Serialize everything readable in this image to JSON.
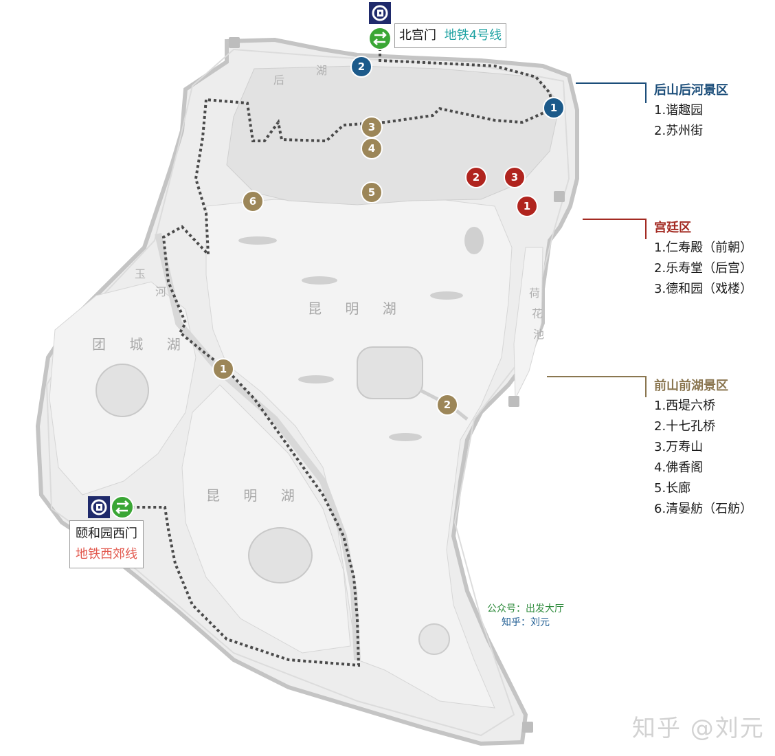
{
  "lakes": {
    "kunming_upper": "昆 明 湖",
    "kunming_lower": "昆 明 湖",
    "tuancheng": "团 城 湖",
    "hehua_chi": [
      "荷",
      "花",
      "池"
    ],
    "yu_he": [
      "玉",
      "河"
    ],
    "hou_hu": [
      "后",
      "湖"
    ]
  },
  "stations": {
    "north": {
      "name": "北宫门",
      "line": "地铁4号线",
      "line_color": "#1aa0a0"
    },
    "west": {
      "name": "颐和园西门",
      "line": "地铁西郊线",
      "line_color": "#e2574c"
    }
  },
  "legend": {
    "back_hill": {
      "title": "后山后河景区",
      "color": "#1c4e7a",
      "items": [
        "1.谐趣园",
        "2.苏州街"
      ]
    },
    "palace": {
      "title": "宫廷区",
      "color": "#a32a22",
      "items": [
        "1.仁寿殿（前朝）",
        "2.乐寿堂（后宫）",
        "3.德和园（戏楼）"
      ]
    },
    "front_lake": {
      "title": "前山前湖景区",
      "color": "#8a7650",
      "items": [
        "1.西堤六桥",
        "2.十七孔桥",
        "3.万寿山",
        "4.佛香阁",
        "5.长廊",
        "6.清晏舫（石舫）"
      ]
    }
  },
  "markers": {
    "back": [
      "1",
      "2"
    ],
    "palace": [
      "1",
      "2",
      "3"
    ],
    "front": [
      "1",
      "2",
      "3",
      "4",
      "5",
      "6"
    ]
  },
  "credits": {
    "wechat": "公众号：出发大厅",
    "zhihu": "知乎：刘元"
  },
  "watermark": "知乎 @刘元",
  "icons": {
    "metro": "metro-logo-icon",
    "transfer": "transfer-arrows-icon",
    "gate": "gate-icon"
  },
  "colors": {
    "metro_bg": "#1f2a6b",
    "transfer_green": "#3aa635",
    "route": "#4a4a4a"
  }
}
